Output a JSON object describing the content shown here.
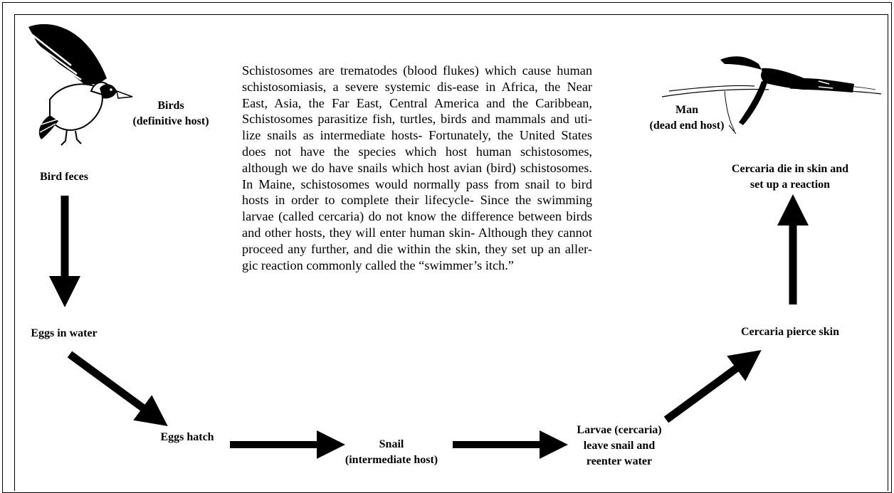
{
  "description_paragraph": "Schistosomes are trematodes (blood flukes) which cause human schistosomiasis, a severe systemic dis-ease in Africa, the Near East, Asia, the Far East, Central America and the Caribbean, Schistosomes parasitize fish, turtles, birds and mammals and uti-lize snails as intermediate hosts- Fortunately, the United States does not have the species which host human schistosomes, although we do have snails which host avian (bird) schistosomes. In Maine, schistosomes would normally pass from snail to bird hosts in order to complete their lifecycle- Since the swimming larvae (called cercaria) do not know the difference between birds and other hosts, they will enter human skin- Although they cannot proceed any further, and die within the skin, they set up an aller-gic reaction commonly called the “swimmer’s itch.”",
  "stages": {
    "birds": {
      "line1": "Birds",
      "line2": "(definitive host)"
    },
    "bird_feces": "Bird feces",
    "eggs_in_water": "Eggs in water",
    "eggs_hatch": "Eggs hatch",
    "snail": {
      "line1": "Snail",
      "line2": "(intermediate host)"
    },
    "larvae": {
      "line1": "Larvae (cercaria)",
      "line2": "leave snail and",
      "line3": "reenter water"
    },
    "cercaria_pierce": "Cercaria pierce skin",
    "cercaria_die": {
      "line1": "Cercaria die in skin and",
      "line2": "set up a reaction"
    },
    "man": {
      "line1": "Man",
      "line2": "(dead end host)"
    }
  },
  "icons": {
    "bird": "duck-icon",
    "man": "swimmer-icon"
  }
}
